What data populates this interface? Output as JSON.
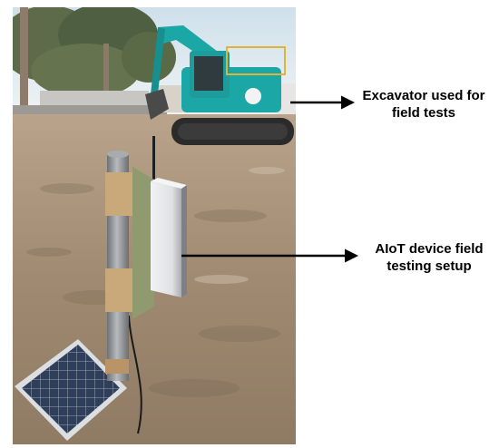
{
  "annotations": {
    "excavator": {
      "line1": "Excavator used for",
      "line2": "field tests"
    },
    "aiot_device": {
      "line1": "AIoT device field",
      "line2": "testing setup"
    }
  },
  "colors": {
    "sky": "#d9e6ee",
    "ground": "#a48e76",
    "excavator_body": "#1aa7a6",
    "tracks": "#2b2b2b",
    "pole": "#8d9193",
    "enclosure": "#e6e8ea",
    "solar_panel": "#2e3d57",
    "tape": "#c9a87a",
    "arrow": "#000000"
  }
}
